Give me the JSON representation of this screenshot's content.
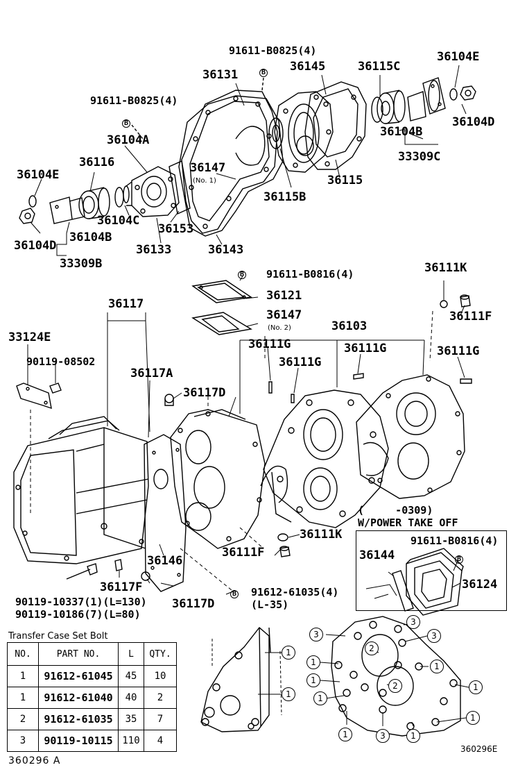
{
  "labels": {
    "p91611_b0825_top": "91611-B0825(4)",
    "p36131": "36131",
    "p36145": "36145",
    "p36115c": "36115C",
    "p36104e_top": "36104E",
    "p91611_b0825_left": "91611-B0825(4)",
    "p36104a": "36104A",
    "p36104b_right": "36104B",
    "p36104d_right": "36104D",
    "p33309c": "33309C",
    "p36116": "36116",
    "p36147_no1": "36147",
    "no1": "(No. 1)",
    "p36104e_left": "36104E",
    "p36115": "36115",
    "p36115b": "36115B",
    "p36104c": "36104C",
    "p36153": "36153",
    "p36104d_left": "36104D",
    "p36104b_left": "36104B",
    "p36133": "36133",
    "p36143": "36143",
    "p33309b": "33309B",
    "p91611_b0816_mid": "91611-B0816(4)",
    "p36111k_top": "36111K",
    "p36121": "36121",
    "p36117": "36117",
    "p36147_no2": "36147",
    "no2": "(No. 2)",
    "p36111f_top": "36111F",
    "p36103": "36103",
    "p33124e": "33124E",
    "p36111g_1": "36111G",
    "p36111g_2": "36111G",
    "p36111g_3": "36111G",
    "p36111g_4": "36111G",
    "p90119_08502": "90119-08502",
    "p36117a": "36117A",
    "p36117d_top": "36117D",
    "pto_range": "(     -0309)",
    "pto_title": "W/POWER TAKE OFF",
    "p91611_b0816_pto": "91611-B0816(4)",
    "p36144": "36144",
    "p36124": "36124",
    "p36111k_bot": "36111K",
    "p36111f_bot": "36111F",
    "p36146": "36146",
    "p36117f": "36117F",
    "p36117d_bot": "36117D",
    "p91612_61035": "91612-61035(4)",
    "l35": "(L-35)",
    "p90119_10337": "90119-10337(1)(L=130)",
    "p90119_10186": "90119-10186(7)(L=80)",
    "bolt_marker": "B"
  },
  "bolt_table": {
    "title": "Transfer Case Set Bolt",
    "headers": [
      "NO.",
      "PART NO.",
      "L",
      "QTY."
    ],
    "rows": [
      [
        "1",
        "91612-61045",
        "45",
        "10"
      ],
      [
        "1",
        "91612-61040",
        "40",
        "2"
      ],
      [
        "2",
        "91612-61035",
        "35",
        "7"
      ],
      [
        "3",
        "90119-10115",
        "110",
        "4"
      ]
    ]
  },
  "bolt_positions": {
    "one": "1",
    "two": "2",
    "three": "3"
  },
  "codes": {
    "left": "360296 A",
    "right": "360296E"
  }
}
